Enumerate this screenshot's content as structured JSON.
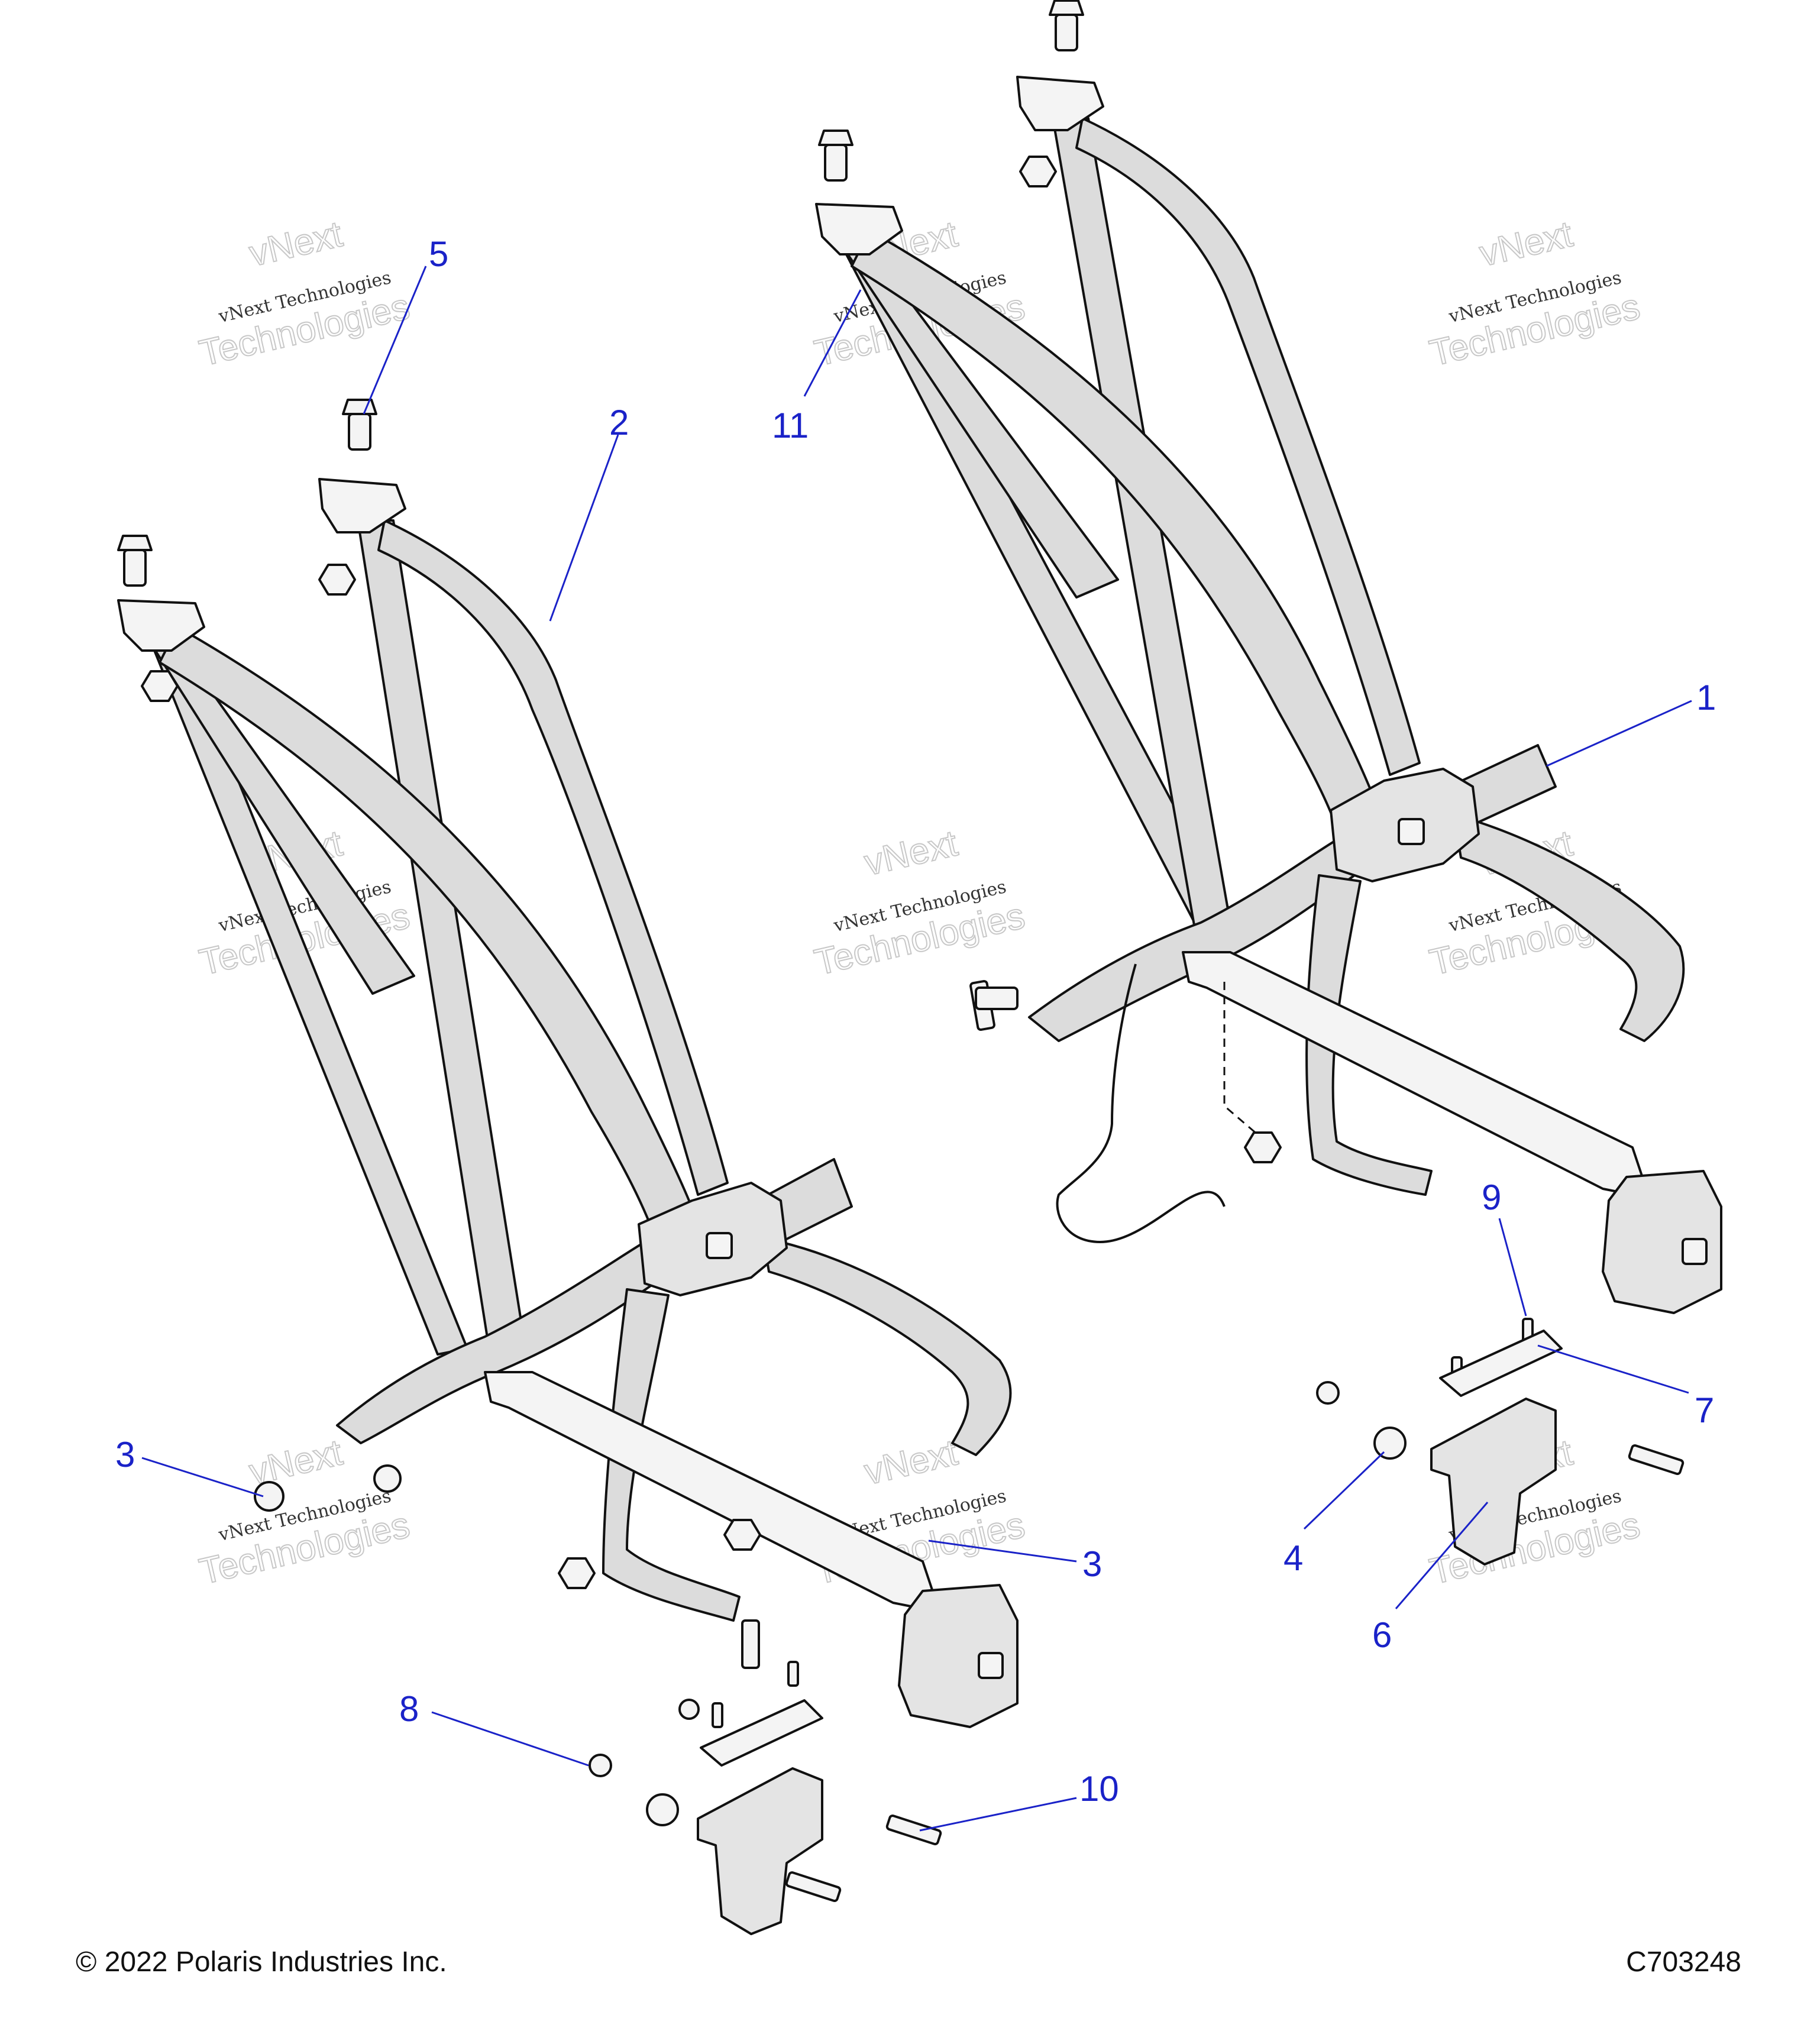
{
  "callouts": [
    "1",
    "2",
    "3",
    "3",
    "4",
    "5",
    "6",
    "7",
    "8",
    "9",
    "10",
    "11"
  ],
  "watermark": {
    "line1": "vNext Technologies",
    "line2": "vNext",
    "line3": "Technologies"
  },
  "footer": {
    "copyright": "© 2022 Polaris Industries Inc.",
    "doc_id": "C703248"
  }
}
